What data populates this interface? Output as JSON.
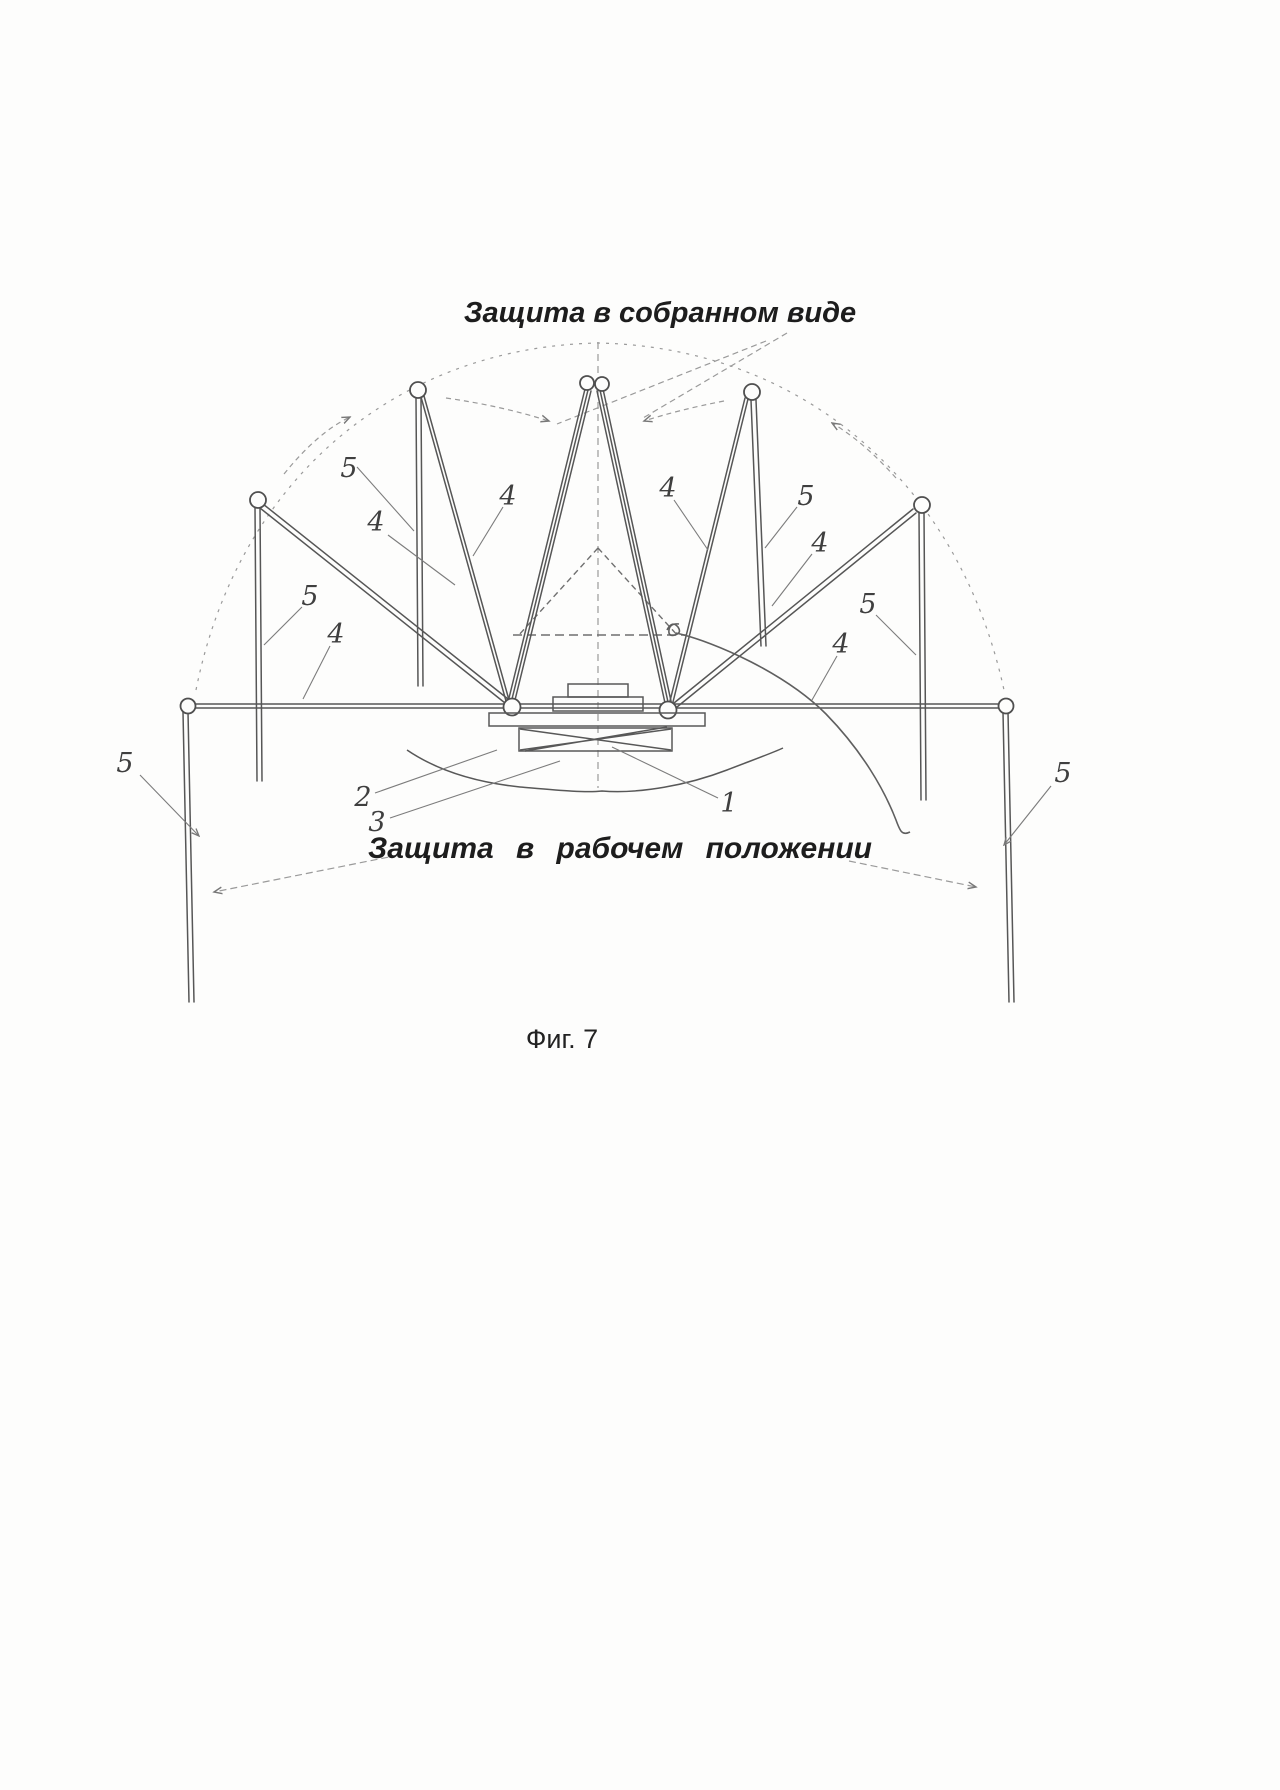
{
  "paper_color": "#fdfdfc",
  "ink_color": "#565656",
  "titles": {
    "assembled": "Защита в собранном виде",
    "working": "Защита в рабочем положении"
  },
  "caption": "Фиг. 7",
  "part_labels": [
    {
      "text": "5"
    },
    {
      "text": "4"
    },
    {
      "text": "4"
    },
    {
      "text": "4"
    },
    {
      "text": "5"
    },
    {
      "text": "4"
    },
    {
      "text": "5"
    },
    {
      "text": "4"
    },
    {
      "text": "5"
    },
    {
      "text": "4"
    },
    {
      "text": "5"
    },
    {
      "text": "5"
    },
    {
      "text": "2"
    },
    {
      "text": "3"
    },
    {
      "text": "1"
    }
  ]
}
